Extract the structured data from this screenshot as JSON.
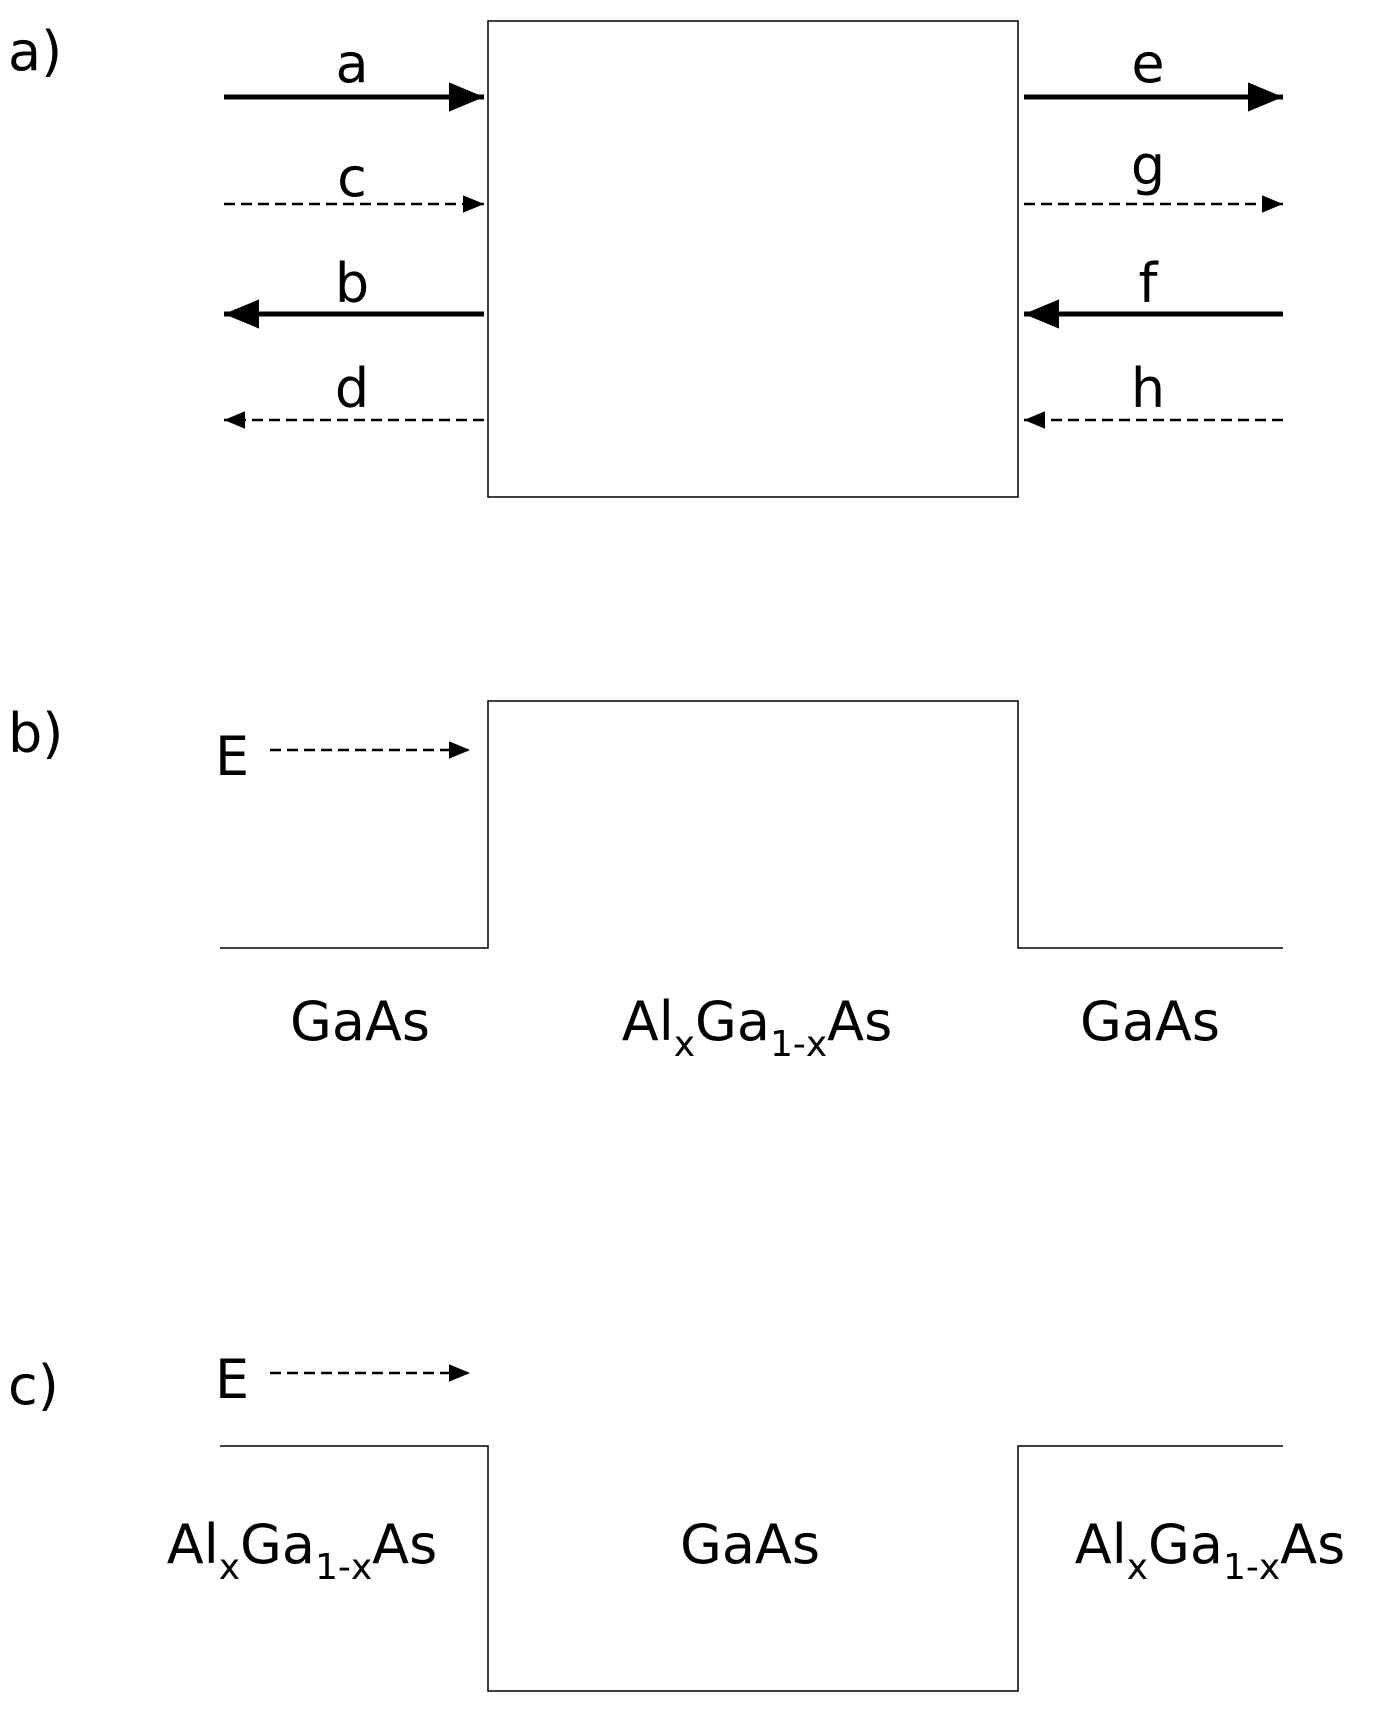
{
  "panel_a": {
    "label": "a)",
    "arrows": {
      "a": "a",
      "c": "c",
      "b": "b",
      "d": "d",
      "e": "e",
      "g": "g",
      "f": "f",
      "h": "h"
    }
  },
  "panel_b": {
    "label": "b)",
    "energy_label": "E",
    "left_material": "GaAs",
    "barrier_material": {
      "main1": "Al",
      "sub1": "x",
      "main2": "Ga",
      "sub2": "1-x",
      "main3": "As"
    },
    "right_material": "GaAs"
  },
  "panel_c": {
    "label": "c)",
    "energy_label": "E",
    "left_material": {
      "main1": "Al",
      "sub1": "x",
      "main2": "Ga",
      "sub2": "1-x",
      "main3": "As"
    },
    "well_material": "GaAs",
    "right_material": {
      "main1": "Al",
      "sub1": "x",
      "main2": "Ga",
      "sub2": "1-x",
      "main3": "As"
    }
  },
  "colors": {
    "line": "#000000",
    "background": "#ffffff"
  }
}
